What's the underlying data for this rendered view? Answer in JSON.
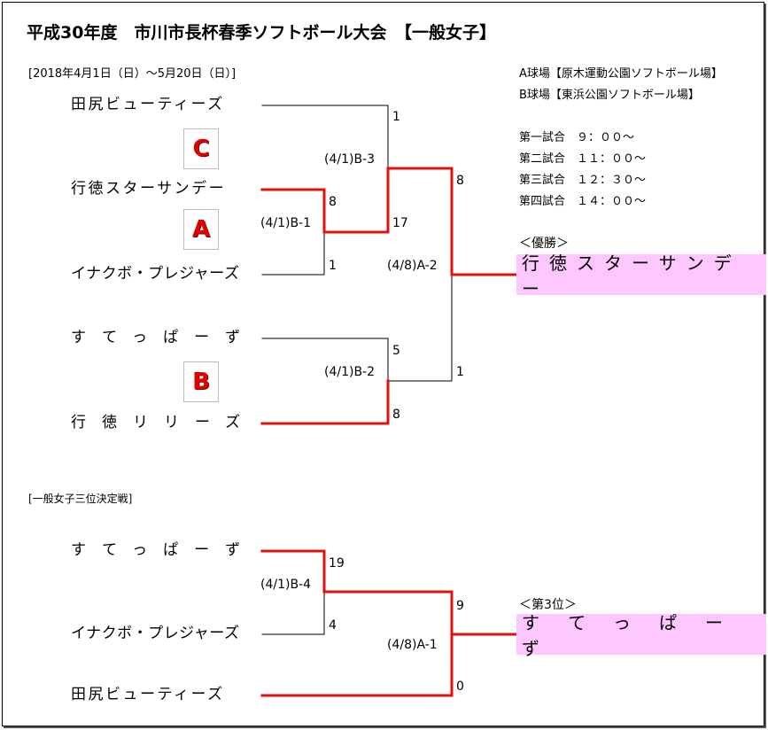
{
  "title": "平成30年度　市川市長杯春季ソフトボール大会　【一般女子】",
  "date_range": "[2018年4月1日（日）～5月20日（日）]",
  "venues": [
    "A球場【原木運動公園ソフトボール場】",
    "B球場【東浜公園ソフトボール場】"
  ],
  "schedule": [
    "第一試合　９：００～",
    "第二試合　１１：００～",
    "第三試合　１２：３０～",
    "第四試合　１４：００～"
  ],
  "main": {
    "teams": [
      "田尻ビューティーズ",
      "行徳スターサンデー",
      "イナクボ・プレジャーズ",
      "すてっぱーず",
      "行徳リリーズ"
    ],
    "badges": [
      "C",
      "A",
      "B"
    ],
    "matches": [
      "(4/1)B-3",
      "(4/1)B-1",
      "(4/8)A-2",
      "(4/1)B-2"
    ],
    "scores": {
      "b3_top": "1",
      "b3_bottom": "17",
      "b1_top": "8",
      "b1_bottom": "1",
      "a2_top": "8",
      "a2_bottom": "1",
      "b2_top": "5",
      "b2_bottom": "8"
    },
    "winner_label": "＜優勝＞",
    "winner": "行徳スターサンデー"
  },
  "third_place": {
    "section_label": "[一般女子三位決定戦]",
    "teams": [
      "すてっぱーず",
      "イナクボ・プレジャーズ",
      "田尻ビューティーズ"
    ],
    "matches": [
      "(4/1)B-4",
      "(4/8)A-1"
    ],
    "scores": {
      "b4_top": "19",
      "b4_bottom": "4",
      "a1_top": "9",
      "a1_bottom": "0"
    },
    "winner_label": "＜第3位＞",
    "winner": "すてっぱーず"
  },
  "colors": {
    "win_line": "#e01010",
    "lose_line": "#000000",
    "winner_bg": "#ffc7ff",
    "badge_text": "#e00000"
  }
}
